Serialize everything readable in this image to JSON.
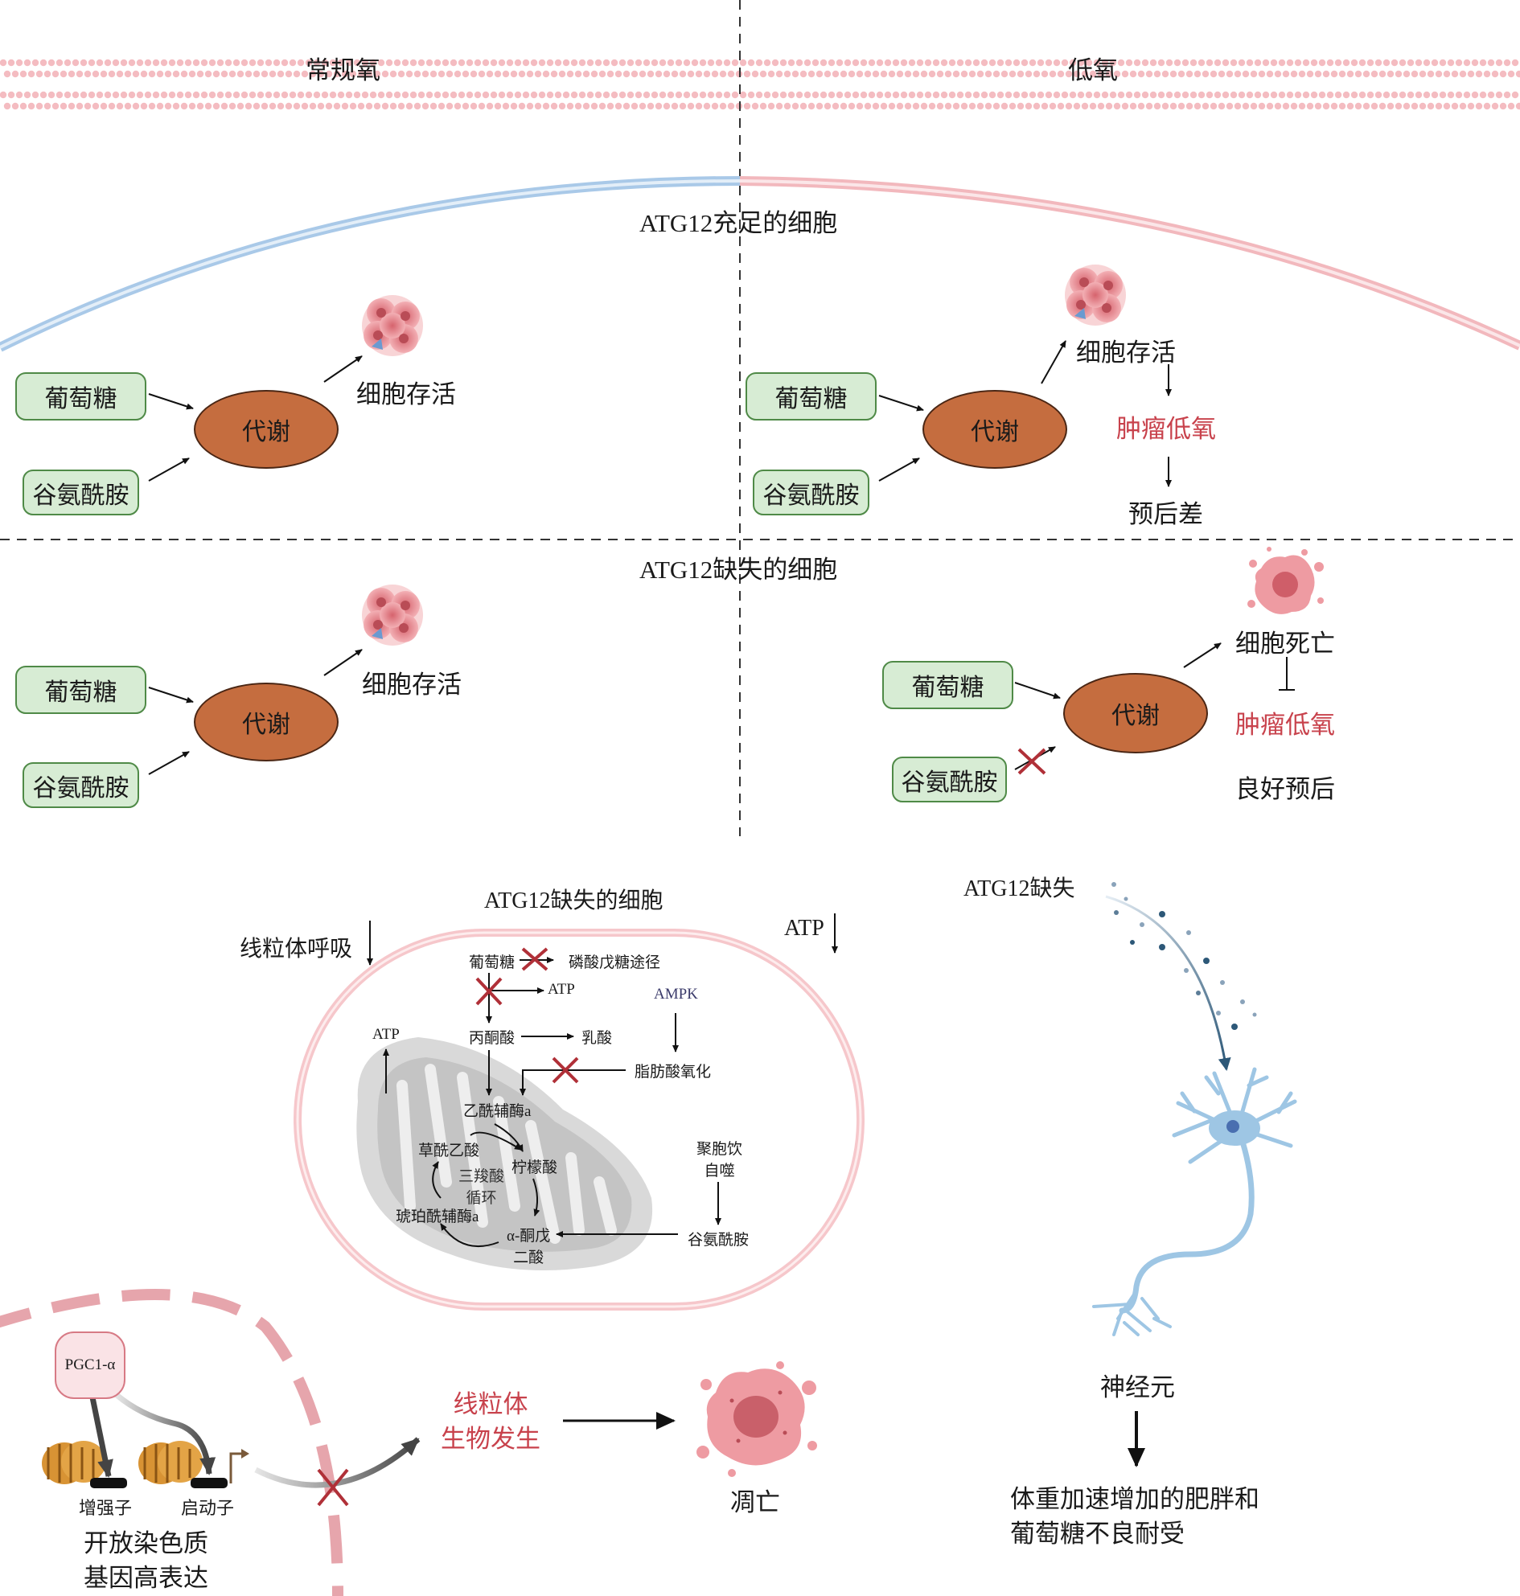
{
  "top": {
    "normoxia_label": "常规氧",
    "hypoxia_label": "低氧",
    "atg12_sufficient_label": "ATG12充足的细胞",
    "atg12_deficient_label": "ATG12缺失的细胞"
  },
  "quadrant_tl": {
    "glucose": "葡萄糖",
    "glutamine": "谷氨酰胺",
    "metabolism": "代谢",
    "outcome": "细胞存活"
  },
  "quadrant_tr": {
    "glucose": "葡萄糖",
    "glutamine": "谷氨酰胺",
    "metabolism": "代谢",
    "outcome": "细胞存活",
    "tumor_hypoxia": "肿瘤低氧",
    "prognosis": "预后差"
  },
  "quadrant_bl": {
    "glucose": "葡萄糖",
    "glutamine": "谷氨酰胺",
    "metabolism": "代谢",
    "outcome": "细胞存活"
  },
  "quadrant_br": {
    "glucose": "葡萄糖",
    "glutamine": "谷氨酰胺",
    "metabolism": "代谢",
    "outcome": "细胞死亡",
    "tumor_hypoxia": "肿瘤低氧",
    "prognosis": "良好预后"
  },
  "mito_panel": {
    "title": "ATG12缺失的细胞",
    "mito_resp": "线粒体呼吸",
    "atp_down": "ATP",
    "glucose": "葡萄糖",
    "ppp": "磷酸戊糖途径",
    "atp_glycolysis": "ATP",
    "ampk": "AMPK",
    "atp_mito": "ATP",
    "pyruvate": "丙酮酸",
    "lactate": "乳酸",
    "fao": "脂肪酸氧化",
    "acetyl_coa": "乙酰辅酶a",
    "oxaloacetate": "草酰乙酸",
    "citrate": "柠檬酸",
    "tca_line1": "三羧酸",
    "tca_line2": "循环",
    "succinyl_coa": "琥珀酰辅酶a",
    "akg_line1": "α-酮戊",
    "akg_line2": "二酸",
    "macro_line1": "聚胞饮",
    "macro_line2": "自噬",
    "glutamine": "谷氨酰胺"
  },
  "nucleus_panel": {
    "pgc1a": "PGC1-α",
    "enhancer": "增强子",
    "promoter": "启动子",
    "caption_line1": "开放染色质",
    "caption_line2": "基因高表达",
    "biogenesis_line1": "线粒体",
    "biogenesis_line2": "生物发生",
    "apoptosis": "凋亡"
  },
  "neuron_panel": {
    "atg12_loss": "ATG12缺失",
    "neuron": "神经元",
    "outcome_line1": "体重加速增加的肥胖和",
    "outcome_line2": "葡萄糖不良耐受"
  },
  "colors": {
    "green_box": "#d7ecd4",
    "metabolism_oval": "#c56d3f",
    "red_text": "#c8424c",
    "red_x": "#b03038",
    "normoxia_membrane": "#a9c9e8",
    "hypoxia_membrane": "#f2b8bd",
    "neuron": "#9ec6e4"
  }
}
